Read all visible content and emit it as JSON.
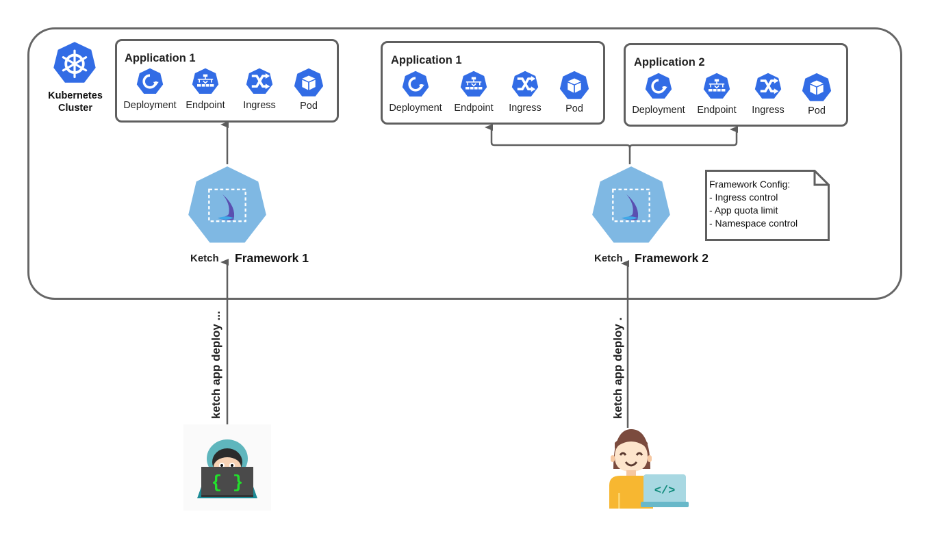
{
  "cluster": {
    "label_line1": "Kubernetes",
    "label_line2": "Cluster",
    "icon": "kubernetes-helm-icon"
  },
  "colors": {
    "k8s_blue": "#326ce5",
    "framework_hex": "#7fb8e3",
    "border": "#616161",
    "arrow": "#5c5c5c"
  },
  "apps": [
    {
      "title": "Application 1",
      "resources": [
        {
          "label": "Deployment",
          "icon": "deployment-icon"
        },
        {
          "label": "Endpoint",
          "icon": "endpoint-icon"
        },
        {
          "label": "Ingress",
          "icon": "ingress-icon"
        },
        {
          "label": "Pod",
          "icon": "pod-icon"
        }
      ]
    },
    {
      "title": "Application 1",
      "resources": [
        {
          "label": "Deployment",
          "icon": "deployment-icon"
        },
        {
          "label": "Endpoint",
          "icon": "endpoint-icon"
        },
        {
          "label": "Ingress",
          "icon": "ingress-icon"
        },
        {
          "label": "Pod",
          "icon": "pod-icon"
        }
      ]
    },
    {
      "title": "Application 2",
      "resources": [
        {
          "label": "Deployment",
          "icon": "deployment-icon"
        },
        {
          "label": "Endpoint",
          "icon": "endpoint-icon"
        },
        {
          "label": "Ingress",
          "icon": "ingress-icon"
        },
        {
          "label": "Pod",
          "icon": "pod-icon"
        }
      ]
    }
  ],
  "frameworks": [
    {
      "ketch_label": "Ketch",
      "name": "Framework 1",
      "command": "ketch app deploy ..."
    },
    {
      "ketch_label": "Ketch",
      "name": "Framework 2",
      "command": "ketch app deploy ."
    }
  ],
  "config_note": {
    "text": "Framework Config:\n- Ingress control\n- App quota limit\n- Namespace control"
  },
  "users": [
    {
      "icon": "developer-hooded-laptop-icon"
    },
    {
      "icon": "developer-woman-laptop-icon"
    }
  ]
}
